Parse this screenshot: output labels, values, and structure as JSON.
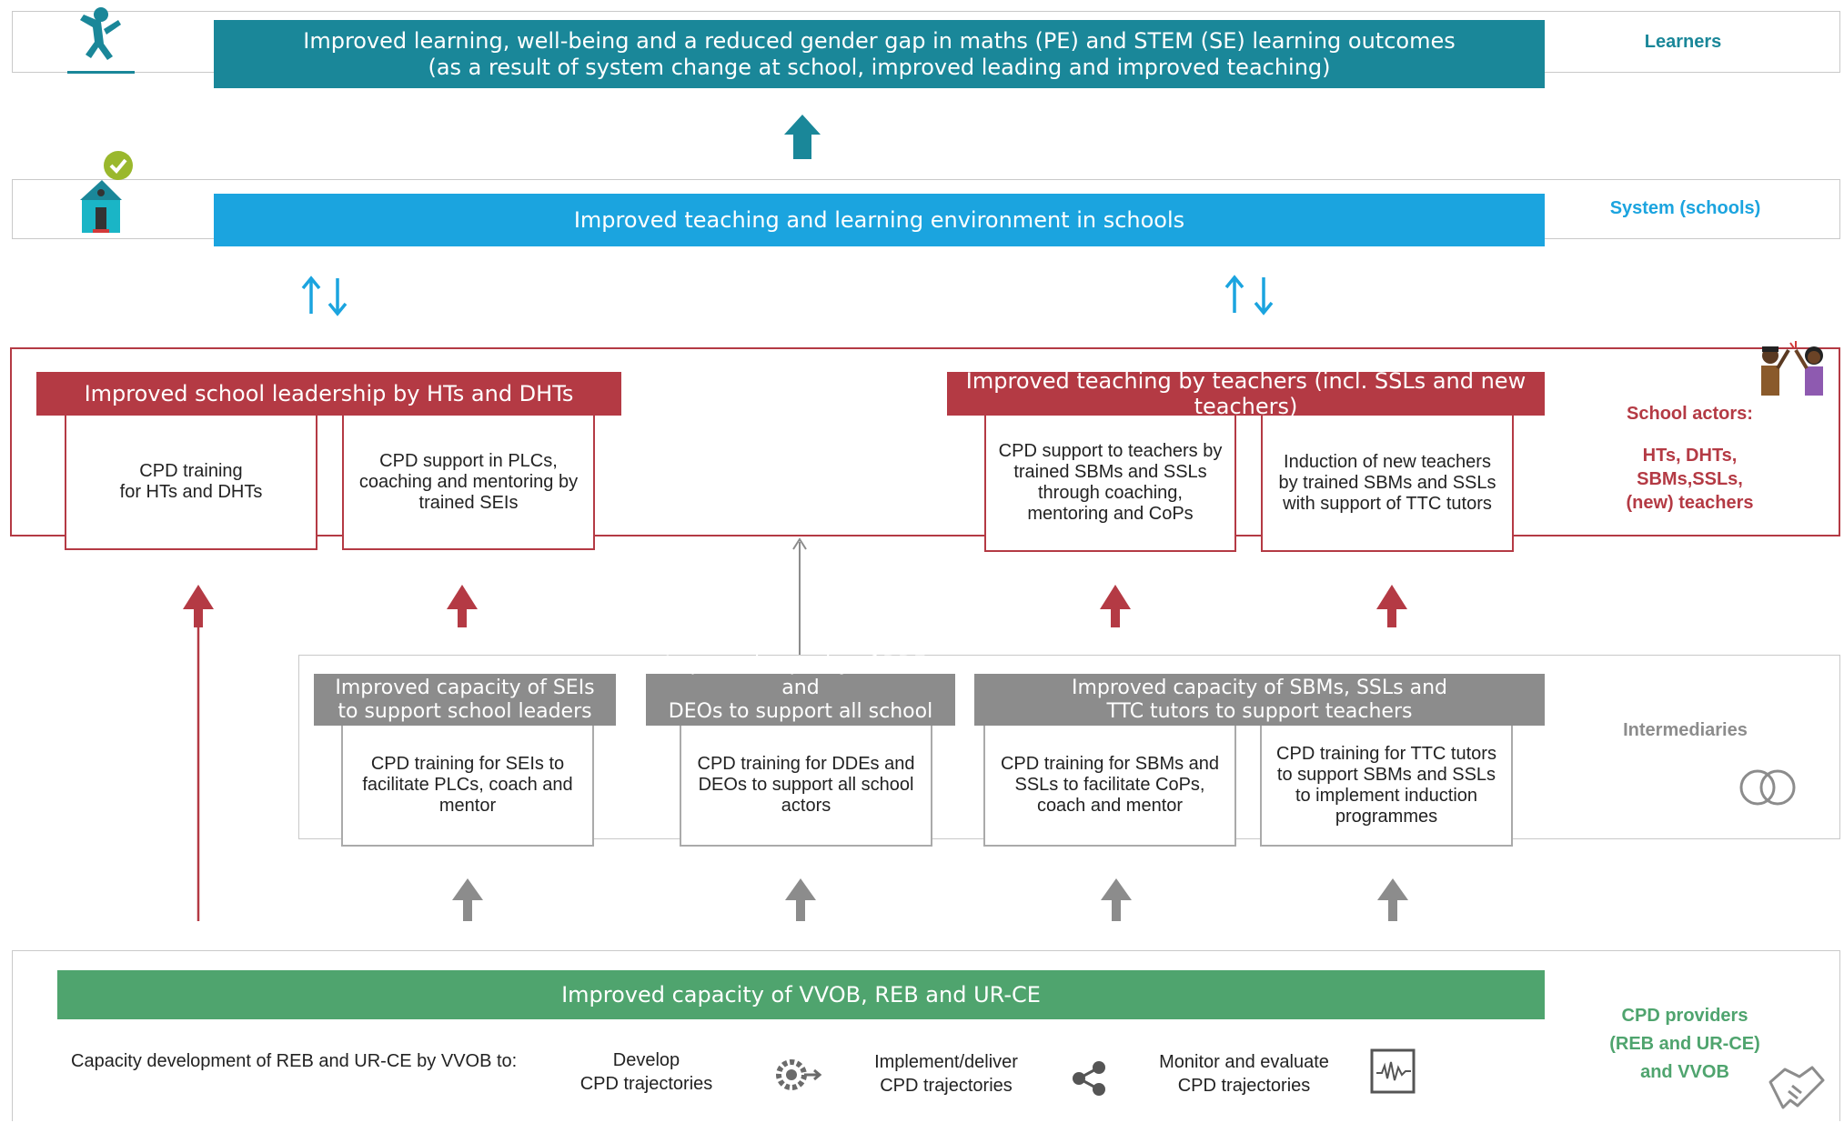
{
  "colors": {
    "teal": "#1a8799",
    "blue": "#1ba4df",
    "red": "#b43a44",
    "gray": "#8c8c8c",
    "green": "#4fa46e"
  },
  "learners": {
    "title_line1": "Improved learning, well-being and a reduced gender gap in maths (PE) and STEM (SE) learning outcomes",
    "title_line2": "(as a result of system change at school, improved leading and improved teaching)",
    "side_label": "Learners",
    "icon": "jumping-child-icon"
  },
  "system": {
    "title": "Improved teaching and learning environment in schools",
    "side_label": "System (schools)",
    "icon": "school-house-icon"
  },
  "school_actors": {
    "side_label": "School actors:",
    "side_label_detail": [
      "HTs, DHTs,",
      "SBMs,SSLs,",
      "(new) teachers"
    ],
    "leadership_title": "Improved school leadership by HTs and DHTs",
    "teaching_title": "Improved teaching by teachers (incl. SSLs and new teachers)",
    "boxes": [
      "CPD training\nfor HTs and DHTs",
      "CPD support in PLCs, coaching and mentoring by trained SEIs",
      "CPD support to teachers by trained SBMs and SSLs through coaching, mentoring and CoPs",
      "Induction of new teachers by trained SBMs and SSLs with support of TTC tutors"
    ],
    "icon": "teachers-high-five-icon"
  },
  "intermediaries": {
    "side_label": "Intermediaries",
    "headers": [
      "Improved capacity of SEIs\nto support school leaders",
      "Improved capacity of DDEs and\nDEOs to support all school actors",
      "Improved capacity of SBMs, SSLs and\nTTC tutors to support teachers"
    ],
    "boxes": [
      "CPD training for SEIs to facilitate PLCs, coach and mentor",
      "CPD training for DDEs and DEOs to support all school actors",
      "CPD training for SBMs and SSLs to facilitate CoPs, coach and mentor",
      "CPD training for TTC tutors to support SBMs and SSLs to implement induction programmes"
    ],
    "icon": "overlapping-circles-icon"
  },
  "providers": {
    "title": "Improved capacity of VVOB, REB and UR-CE",
    "intro": "Capacity development of REB and UR-CE by VVOB to:",
    "steps": [
      {
        "label": "Develop\nCPD trajectories",
        "icon": "gear-arrow-icon"
      },
      {
        "label": "Implement/deliver\nCPD trajectories",
        "icon": "share-icon"
      },
      {
        "label": "Monitor and evaluate\nCPD trajectories",
        "icon": "monitor-graph-icon"
      }
    ],
    "side_label": [
      "CPD providers",
      "(REB and UR-CE)",
      "and VVOB"
    ],
    "icon": "handshake-icon"
  }
}
